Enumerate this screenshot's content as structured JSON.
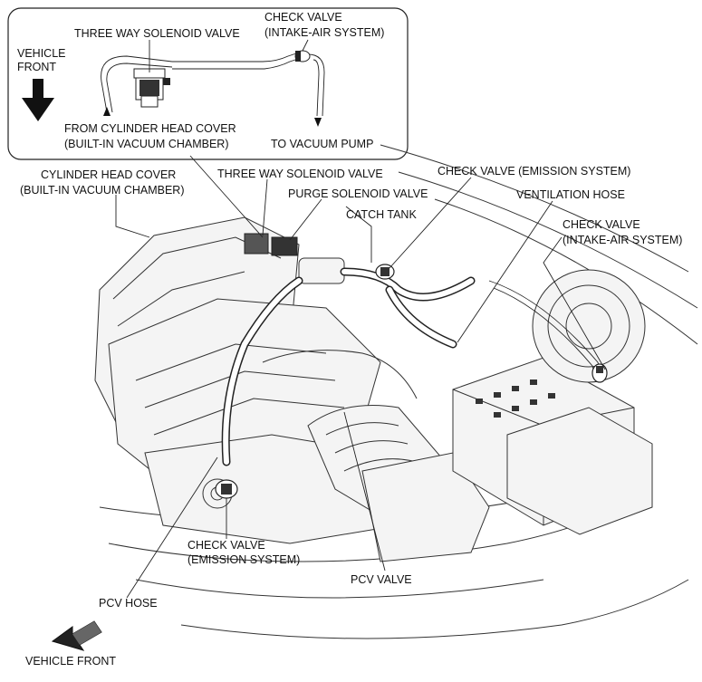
{
  "inset": {
    "three_way_solenoid_valve": "THREE WAY SOLENOID VALVE",
    "check_valve_intake_line1": "CHECK VALVE",
    "check_valve_intake_line2": "(INTAKE-AIR SYSTEM)",
    "vehicle_front_line1": "VEHICLE",
    "vehicle_front_line2": "FRONT",
    "from_cyl_head_line1": "FROM CYLINDER HEAD COVER",
    "from_cyl_head_line2": "(BUILT-IN VACUUM CHAMBER)",
    "to_vacuum_pump": "TO VACUUM PUMP"
  },
  "labels": {
    "cyl_head_cover_line1": "CYLINDER HEAD COVER",
    "cyl_head_cover_line2": "(BUILT-IN VACUUM CHAMBER)",
    "three_way_solenoid_valve": "THREE WAY SOLENOID VALVE",
    "check_valve_emission_top": "CHECK VALVE (EMISSION SYSTEM)",
    "purge_solenoid_valve": "PURGE SOLENOID VALVE",
    "ventilation_hose": "VENTILATION HOSE",
    "catch_tank": "CATCH TANK",
    "check_valve_intake_line1": "CHECK VALVE",
    "check_valve_intake_line2": "(INTAKE-AIR SYSTEM)",
    "check_valve_emission_line1": "CHECK VALVE",
    "check_valve_emission_line2": "(EMISSION SYSTEM)",
    "pcv_valve": "PCV VALVE",
    "pcv_hose": "PCV HOSE",
    "vehicle_front": "VEHICLE FRONT"
  }
}
